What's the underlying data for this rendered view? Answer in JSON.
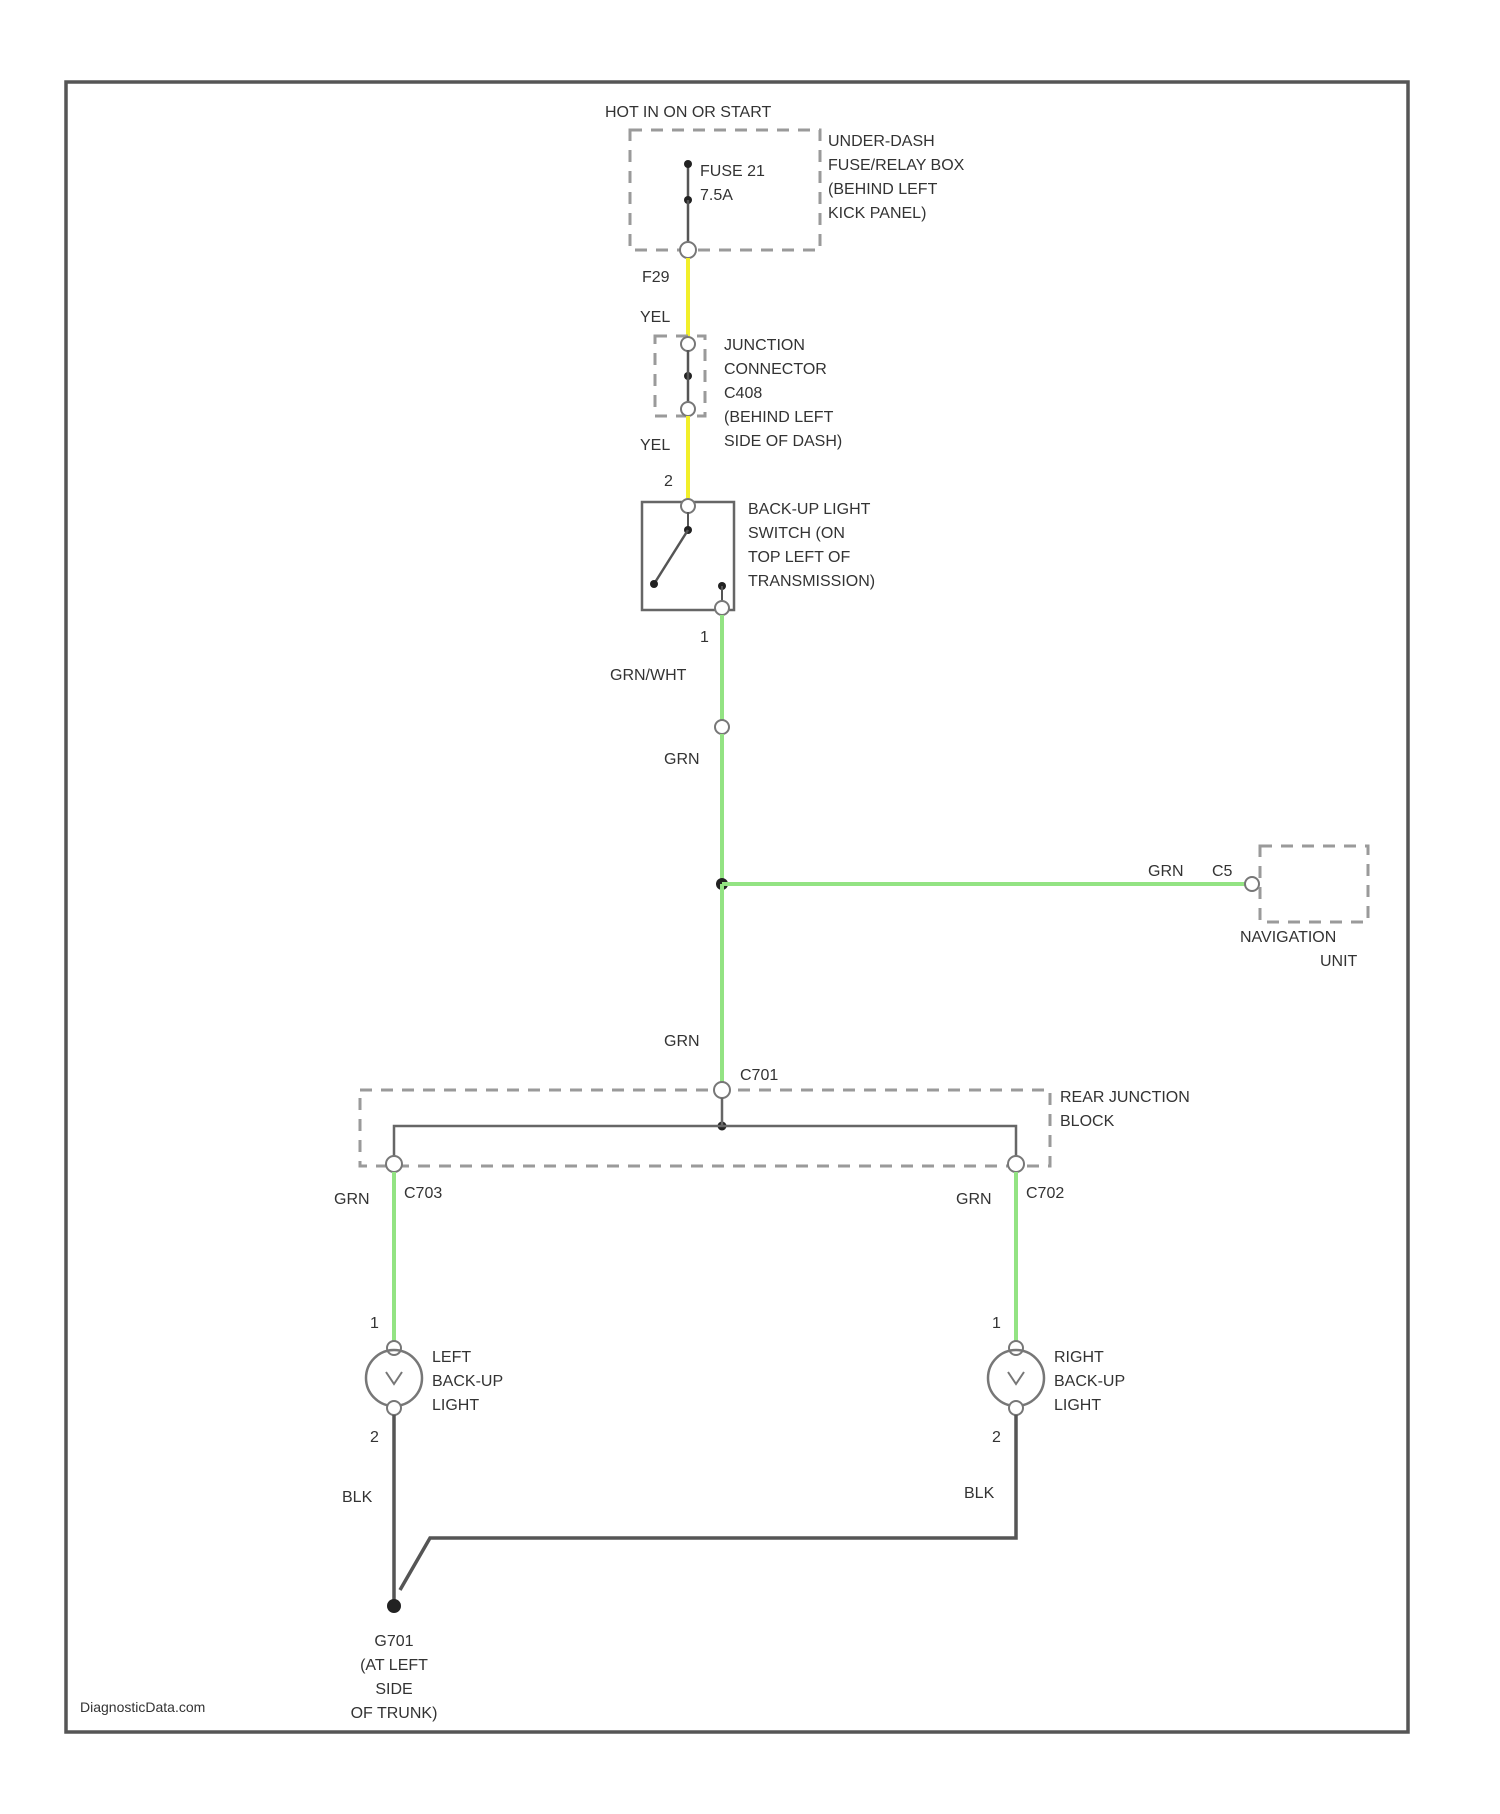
{
  "labels": {
    "power": "HOT IN ON OR START",
    "fuse_box_1": "UNDER-DASH",
    "fuse_box_2": "FUSE/RELAY BOX",
    "fuse_box_3": "(BEHIND LEFT",
    "fuse_box_4": "KICK PANEL)",
    "fuse_1": "FUSE 21",
    "fuse_2": "7.5A",
    "fuse_pin": "F29",
    "wire_yel_1": "YEL",
    "junction_1": "JUNCTION",
    "junction_2": "CONNECTOR",
    "junction_3": "C408",
    "junction_4": "(BEHIND LEFT",
    "junction_5": "SIDE OF DASH)",
    "wire_yel_2": "YEL",
    "switch_pin_in": "2",
    "switch_1": "BACK-UP LIGHT",
    "switch_2": "SWITCH (ON",
    "switch_3": "TOP LEFT OF",
    "switch_4": "TRANSMISSION)",
    "switch_pin_out": "1",
    "wire_grn_wht": "GRN/WHT",
    "wire_grn_1": "GRN",
    "wire_grn_nav": "GRN",
    "nav_pin": "C5",
    "nav_1": "NAVIGATION",
    "nav_2": "UNIT",
    "wire_grn_2": "GRN",
    "rjb_conn": "C701",
    "rjb_1": "REAR JUNCTION",
    "rjb_2": "BLOCK",
    "wire_grn_left": "GRN",
    "left_conn": "C703",
    "wire_grn_right": "GRN",
    "right_conn": "C702",
    "left_pin_1": "1",
    "left_1": "LEFT",
    "left_2": "BACK-UP",
    "left_3": "LIGHT",
    "left_pin_2": "2",
    "right_pin_1": "1",
    "right_1": "RIGHT",
    "right_2": "BACK-UP",
    "right_3": "LIGHT",
    "right_pin_2": "2",
    "wire_blk_left": "BLK",
    "wire_blk_right": "BLK",
    "ground_1": "G701",
    "ground_2": "(AT LEFT",
    "ground_3": "SIDE",
    "ground_4": "OF TRUNK)",
    "watermark": "DiagnosticData.com"
  },
  "colors": {
    "wire_yellow": "#f2ef2a",
    "wire_green": "#93e383",
    "wire_black": "#555555",
    "frame": "#555555"
  }
}
